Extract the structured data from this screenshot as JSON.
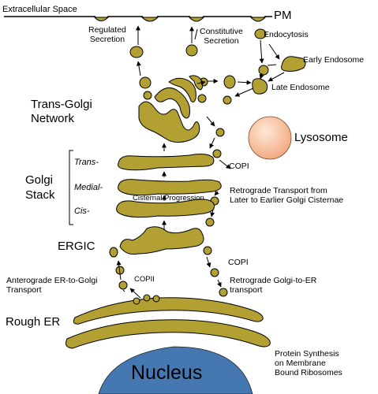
{
  "labels": {
    "extracellular_space": "Extracellular Space",
    "pm": "PM",
    "regulated_secretion": "Regulated\nSecretion",
    "constitutive_secretion": "Constitutive\nSecretion",
    "endocytosis": "Endocytosis",
    "early_endosome": "Early Endosome",
    "late_endosome": "Late Endosome",
    "trans_golgi_network": "Trans-Golgi\nNetwork",
    "lysosome": "Lysosome",
    "golgi_stack": "Golgi\nStack",
    "cis_trans": "Trans-",
    "cis_medial": "Medial-",
    "cis_cis": "Cis-",
    "copi_upper": "COPI",
    "retro_golgi": "Retrograde Transport from\nLater to Earlier Golgi Cisternae",
    "cisternal_progression": "Cisternal Progression",
    "ergic": "ERGIC",
    "copi_lower": "COPI",
    "copii": "COPII",
    "anterograde": "Anterograde ER-to-Golgi\nTransport",
    "retro_er": "Retrograde Golgi-to-ER\ntransport",
    "rough_er": "Rough ER",
    "protein_synthesis": "Protein Synthesis\non Membrane\nBound Ribosomes",
    "nucleus": "Nucleus"
  },
  "colors": {
    "membrane": "#b3a033",
    "outline": "#000000",
    "nucleus": "#4577b0",
    "lysosome": "#f6c7a4"
  }
}
